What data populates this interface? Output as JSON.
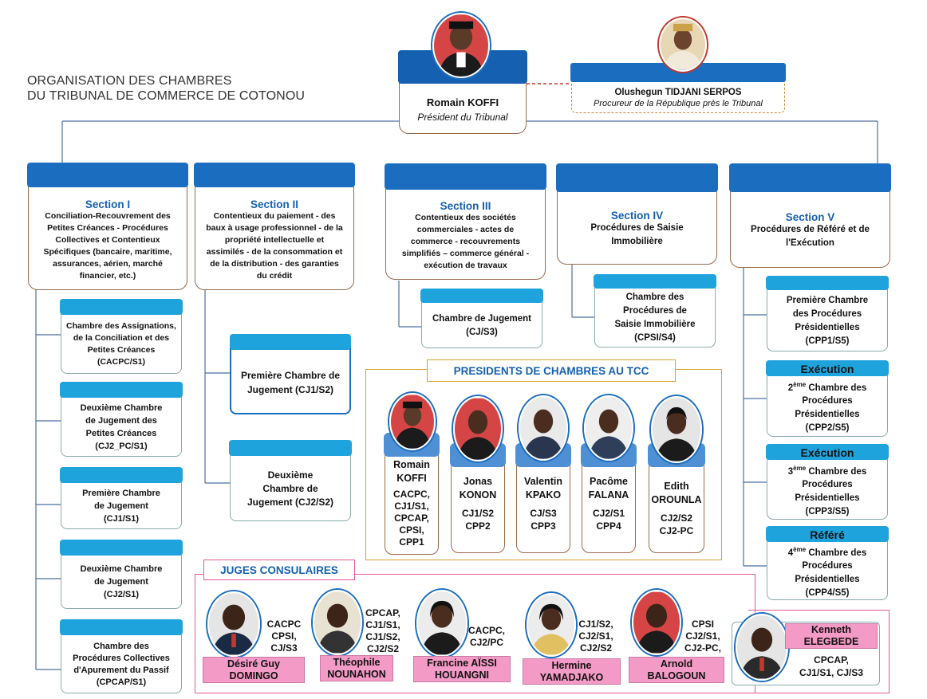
{
  "title": {
    "line1": "ORGANISATION DES CHAMBRES",
    "line2": "DU TRIBUNAL DE COMMERCE DE COTONOU"
  },
  "president": {
    "name": "Romain KOFFI",
    "role": "Président du Tribunal"
  },
  "procureur": {
    "name": "Olushegun TIDJANI SERPOS",
    "role": "Procureur de la République près le Tribunal"
  },
  "sections": [
    {
      "label": "Section I",
      "desc_lines": [
        "Conciliation-Recouvrement des",
        "Petites Créances - Procédures",
        "Collectives et Contentieux",
        "Spécifiques (bancaire, maritime,",
        "assurances, aérien, marché",
        "financier, etc.)"
      ]
    },
    {
      "label": "Section II",
      "desc_lines": [
        "Contentieux du paiement - des",
        "baux à usage professionnel - de la",
        "propriété intellectuelle et",
        "assimilés - de la consommation et",
        "de la distribution - des garanties",
        "du crédit"
      ]
    },
    {
      "label": "Section III",
      "desc_lines": [
        "Contentieux des sociétés",
        "commerciales - actes de",
        "commerce - recouvrements",
        "simplifiés – commerce général -",
        "exécution de travaux"
      ]
    },
    {
      "label": "Section IV",
      "desc_lines": [
        "Procédures de Saisie",
        "Immobilière"
      ]
    },
    {
      "label": "Section V",
      "desc_lines": [
        "Procédures de Référé et de",
        "l'Exécution"
      ]
    }
  ],
  "chambers": {
    "s1": [
      [
        "Chambre des Assignations,",
        "de la Conciliation et des",
        "Petites Créances",
        "(CACPC/S1)"
      ],
      [
        "Deuxième Chambre",
        "de Jugement des",
        "Petites Créances",
        "(CJ2_PC/S1)"
      ],
      [
        "Première Chambre",
        "de Jugement",
        "(CJ1/S1)"
      ],
      [
        "Deuxième Chambre",
        "de Jugement",
        "(CJ2/S1)"
      ],
      [
        "Chambre des",
        "Procédures Collectives",
        "d'Apurement du Passif",
        "(CPCAP/S1)"
      ]
    ],
    "s2": [
      [
        "Première Chambre de",
        "Jugement (CJ1/S2)"
      ],
      [
        "Deuxième",
        "Chambre de",
        "Jugement (CJ2/S2)"
      ]
    ],
    "s3": [
      [
        "Chambre de Jugement",
        "(CJ/S3)"
      ]
    ],
    "s4": [
      [
        "Chambre des",
        "Procédures de",
        "Saisie Immobilière",
        "(CPSI/S4)"
      ]
    ],
    "s5": [
      {
        "tag": "",
        "lines": [
          "Première Chambre",
          "des Procédures",
          "Présidentielles",
          "(CPP1/S5)"
        ]
      },
      {
        "tag": "Exécution",
        "ord": "2",
        "sup": "ème",
        "first": " Chambre des",
        "lines": [
          "Procédures",
          "Présidentielles",
          "(CPP2/S5)"
        ]
      },
      {
        "tag": "Exécution",
        "ord": "3",
        "sup": "ème",
        "first": " Chambre des",
        "lines": [
          "Procédures",
          "Présidentielles",
          "(CPP3/S5)"
        ]
      },
      {
        "tag": "Référé",
        "ord": "4",
        "sup": "ème",
        "first": " Chambre des",
        "lines": [
          "Procédures",
          "Présidentielles",
          "(CPP4/S5)"
        ]
      }
    ]
  },
  "presidents_title": "PRESIDENTS DE CHAMBRES AU TCC",
  "presidents": [
    {
      "name": [
        "Romain",
        "KOFFI"
      ],
      "roles": [
        "CACPC,",
        "CJ1/S1,",
        "CPCAP,",
        "CPSI,",
        "CPP1"
      ]
    },
    {
      "name": [
        "Jonas",
        "KONON"
      ],
      "roles": [
        "CJ1/S2",
        "CPP2"
      ]
    },
    {
      "name": [
        "Valentin",
        "KPAKO"
      ],
      "roles": [
        "CJ/S3",
        "CPP3"
      ]
    },
    {
      "name": [
        "Pacôme",
        "FALANA"
      ],
      "roles": [
        "CJ2/S1",
        "CPP4"
      ]
    },
    {
      "name": [
        "Edith",
        "OROUNLA"
      ],
      "roles": [
        "CJ2/S2",
        "CJ2-PC"
      ]
    }
  ],
  "juges_title": "JUGES CONSULAIRES",
  "juges": [
    {
      "name": [
        "Désiré Guy",
        "DOMINGO"
      ],
      "roles": [
        "CACPC",
        "CPSI,",
        "CJ/S3"
      ]
    },
    {
      "name": [
        "Théophile",
        "NOUNAHON"
      ],
      "roles": [
        "CPCAP,",
        "CJ1/S1,",
        "CJ1/S2,",
        "CJ2/S2"
      ]
    },
    {
      "name": [
        "Francine AÏSSI",
        "HOUANGNI"
      ],
      "roles": [
        "CACPC,",
        "CJ2/PC"
      ]
    },
    {
      "name": [
        "Hermine",
        "YAMADJAKO"
      ],
      "roles": [
        "CJ1/S2,",
        "CJ2/S1,",
        "CJ2/S2"
      ]
    },
    {
      "name": [
        "Arnold",
        "BALOGOUN"
      ],
      "roles": [
        "CPSI",
        "CJ2/S1,",
        "CJ2-PC,"
      ]
    },
    {
      "name": [
        "Kenneth",
        "ELEGBEDE"
      ],
      "roles": [
        "CPCAP,",
        "CJ1/S1, CJ/S3"
      ]
    }
  ],
  "colors": {
    "blue": "#1b6dc0",
    "light_blue": "#1ea3dd",
    "gold": "#d4a234",
    "pink": "#f49ac6",
    "brown": "#9a6a4a",
    "red_dash": "#c0392b"
  }
}
